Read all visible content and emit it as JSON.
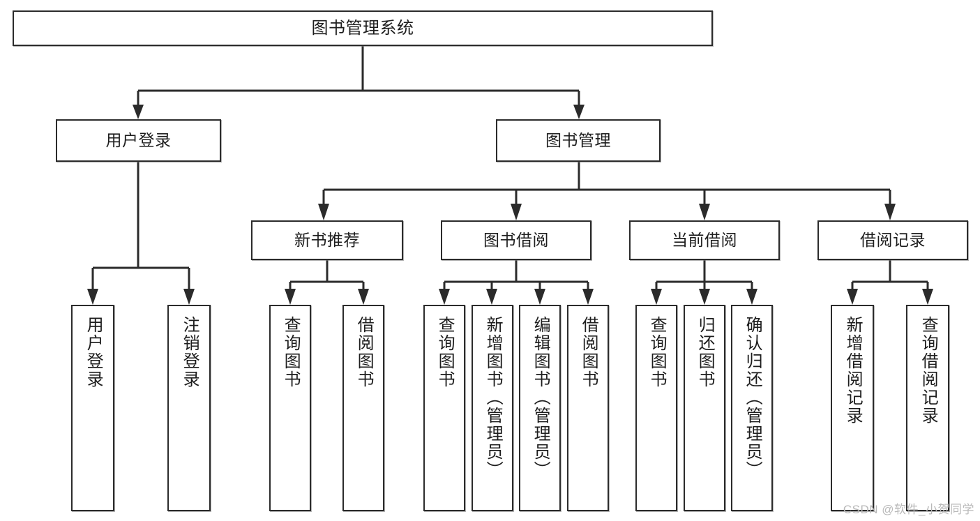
{
  "diagram": {
    "title": "图书管理系统",
    "watermark": "CSDN @软件_小贺同学",
    "colors": {
      "box_border": "#2b2b2b",
      "box_fill": "#ffffff",
      "text": "#1d1d1d",
      "connector": "#2b2b2b",
      "watermark": "#b9b9b9",
      "background": "#ffffff"
    },
    "root": {
      "label": "图书管理系统"
    },
    "level1": [
      {
        "label": "用户登录"
      },
      {
        "label": "图书管理"
      }
    ],
    "level2": [
      {
        "label": "新书推荐"
      },
      {
        "label": "图书借阅"
      },
      {
        "label": "当前借阅"
      },
      {
        "label": "借阅记录"
      }
    ],
    "leaves": [
      {
        "label": "用户登录"
      },
      {
        "label": "注销登录"
      },
      {
        "label": "查询图书"
      },
      {
        "label": "借阅图书"
      },
      {
        "label": "查询图书"
      },
      {
        "label": "新增图书（管理员）"
      },
      {
        "label": "编辑图书（管理员）"
      },
      {
        "label": "借阅图书"
      },
      {
        "label": "查询图书"
      },
      {
        "label": "归还图书"
      },
      {
        "label": "确认归还（管理员）"
      },
      {
        "label": "新增借阅记录"
      },
      {
        "label": "查询借阅记录"
      }
    ]
  }
}
